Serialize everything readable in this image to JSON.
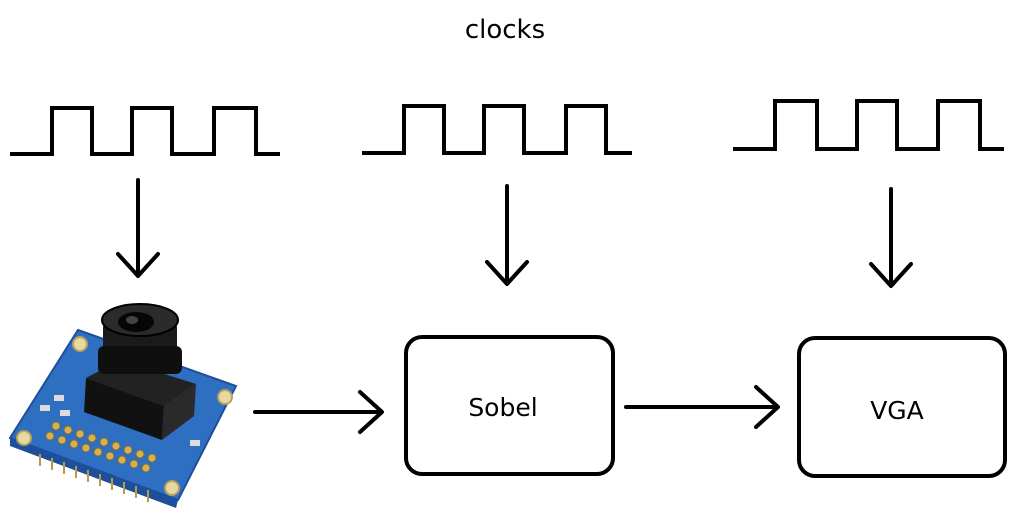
{
  "title": "clocks",
  "blocks": {
    "sobel": "Sobel",
    "vga": "VGA"
  },
  "colors": {
    "stroke": "#000000",
    "background": "#ffffff",
    "pcb": "#2f6fc2",
    "pcb_dark": "#1d4f9a",
    "lens": "#1a1a1a",
    "header_pins": "#c8a64a"
  },
  "icons": {
    "camera": "camera-module-icon",
    "clock": "square-wave-icon",
    "arrow": "arrow-icon"
  }
}
